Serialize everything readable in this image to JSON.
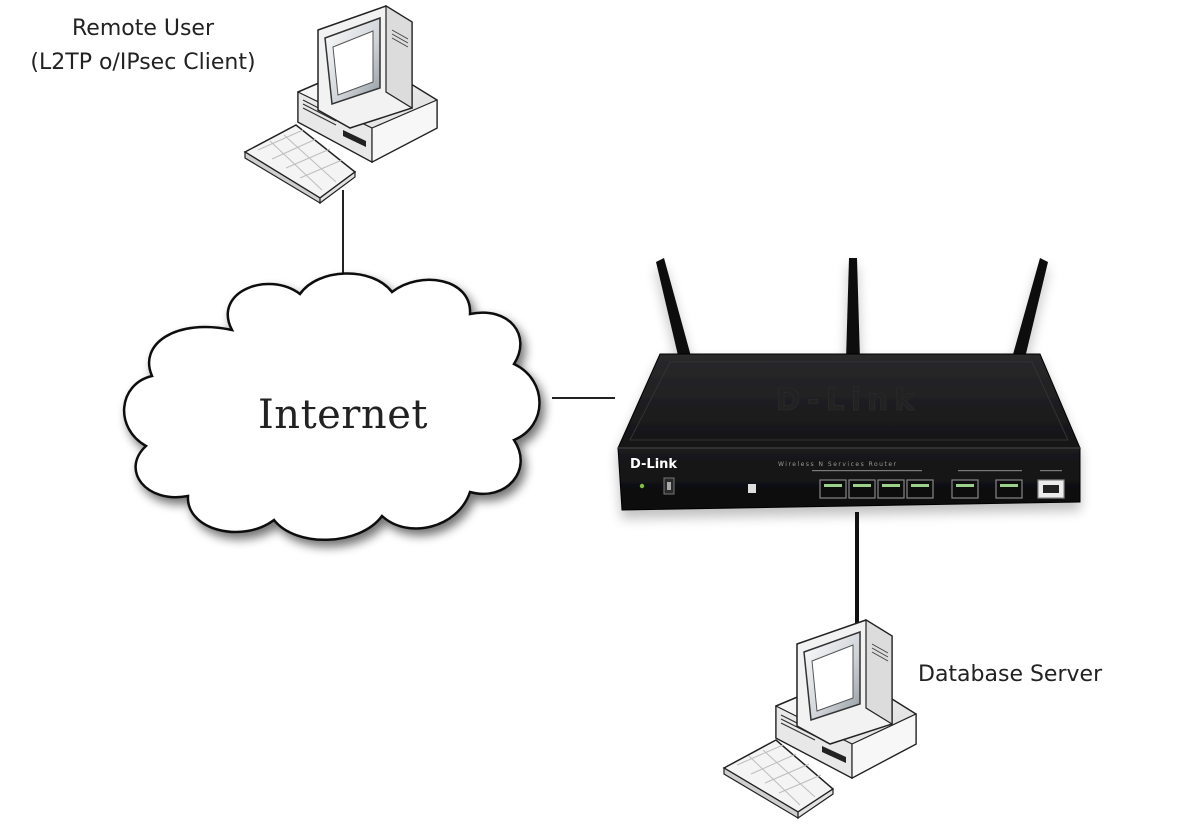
{
  "nodes": {
    "remote_user": {
      "label_line1": "Remote User",
      "label_line2": "(L2TP o/IPsec Client)",
      "icon": "desktop-computer-icon"
    },
    "internet": {
      "label": "Internet",
      "icon": "cloud-icon"
    },
    "router": {
      "brand": "D-Link",
      "panel_text": "Wireless N Services Router",
      "icon": "router-icon"
    },
    "database_server": {
      "label": "Database Server",
      "icon": "desktop-computer-icon"
    }
  },
  "colors": {
    "router_body": "#1c1c1e",
    "cloud_fill": "#ffffff",
    "connector": "#222222"
  }
}
